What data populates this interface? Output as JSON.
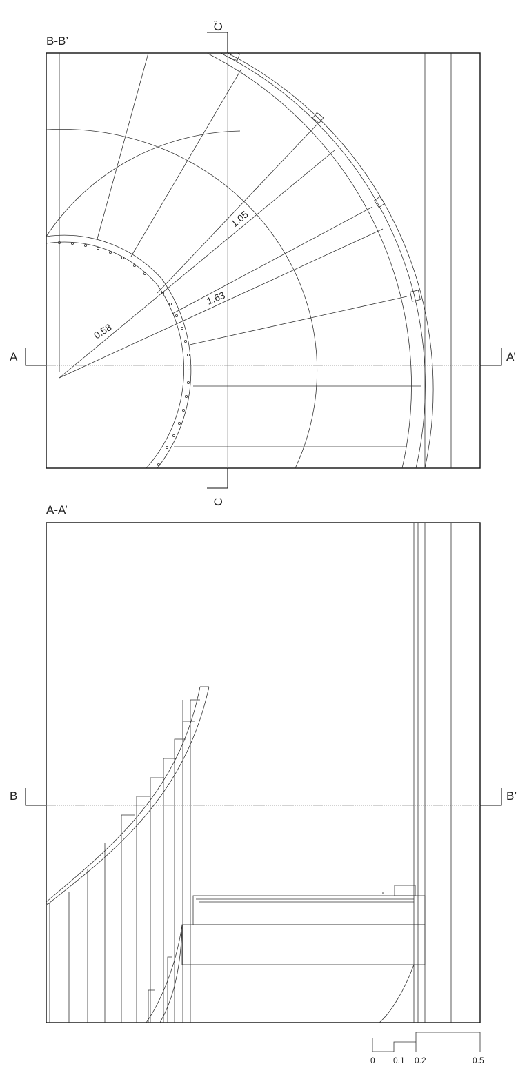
{
  "views": {
    "plan": {
      "title": "B-B’"
    },
    "section": {
      "title": "A-A’"
    }
  },
  "section_marks": {
    "a_left": "A",
    "a_right": "A’",
    "b_left": "B",
    "b_right": "B’",
    "c_top": "C’",
    "c_bottom": "C"
  },
  "dimensions": {
    "inner_radius": "0.58",
    "middle_radius": "1.05",
    "outer_radius": "1.63"
  },
  "scale_bar": {
    "ticks": [
      "0",
      "0.1",
      "0.2",
      "0.5"
    ]
  },
  "colors": {
    "line": "#333333",
    "frame": "#111111",
    "background": "#ffffff"
  }
}
